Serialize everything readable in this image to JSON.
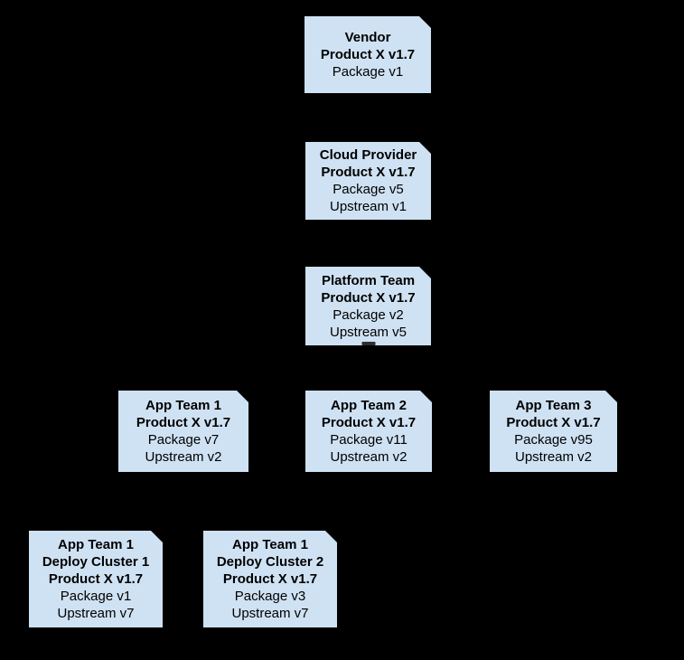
{
  "colors": {
    "background": "#000000",
    "node_fill": "#cfe2f3",
    "node_text": "#000000"
  },
  "diagram": {
    "description": "Software supply chain version hierarchy",
    "nodes": [
      {
        "name": "vendor",
        "lines": [
          "Vendor",
          "Product X v1.7",
          "Package v1"
        ]
      },
      {
        "name": "cloud-provider",
        "lines": [
          "Cloud Provider",
          "Product X v1.7",
          "Package v5",
          "Upstream v1"
        ]
      },
      {
        "name": "platform-team",
        "lines": [
          "Platform Team",
          "Product X v1.7",
          "Package v2",
          "Upstream v5"
        ],
        "clipped_extra_line_visible": true
      },
      {
        "name": "app-team-1",
        "lines": [
          "App Team 1",
          "Product X v1.7",
          "Package v7",
          "Upstream v2"
        ]
      },
      {
        "name": "app-team-2",
        "lines": [
          "App Team 2",
          "Product X v1.7",
          "Package v11",
          "Upstream v2"
        ]
      },
      {
        "name": "app-team-3",
        "lines": [
          "App Team 3",
          "Product X v1.7",
          "Package v95",
          "Upstream v2"
        ]
      },
      {
        "name": "app-team-1-deploy-cluster-1",
        "lines": [
          "App Team 1",
          "Deploy Cluster 1",
          "Product X v1.7",
          "Package v1",
          "Upstream v7"
        ]
      },
      {
        "name": "app-team-1-deploy-cluster-2",
        "lines": [
          "App Team 1",
          "Deploy Cluster 2",
          "Product X v1.7",
          "Package v3",
          "Upstream v7"
        ]
      }
    ]
  }
}
